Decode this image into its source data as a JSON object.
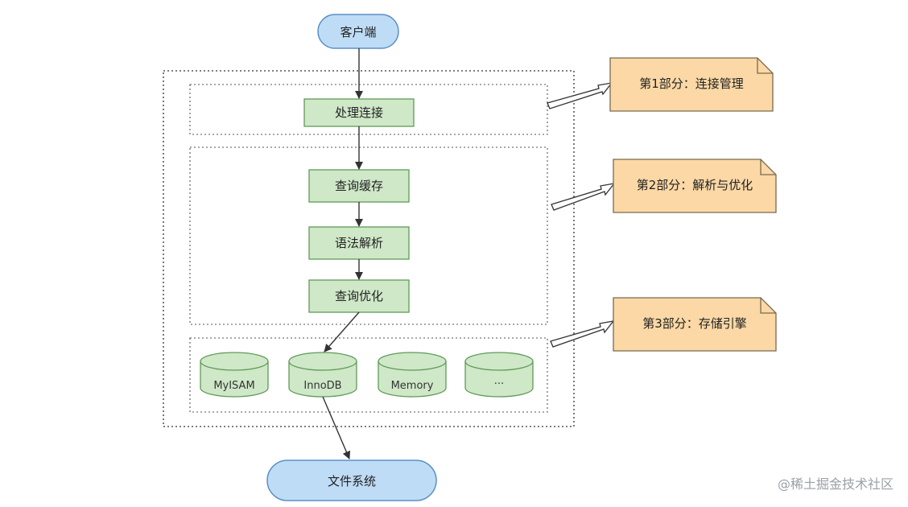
{
  "client": {
    "label": "客户端"
  },
  "filesystem": {
    "label": "文件系统"
  },
  "processes": {
    "connection": "处理连接",
    "query_cache": "查询缓存",
    "syntax_parse": "语法解析",
    "query_optimize": "查询优化"
  },
  "engines": [
    "MyISAM",
    "InnoDB",
    "Memory",
    "···"
  ],
  "notes": [
    "第1部分：连接管理",
    "第2部分：解析与优化",
    "第3部分：存储引擎"
  ],
  "watermark": "@稀土掘金技术社区",
  "colors": {
    "client_fill": "#bfdcf6",
    "client_stroke": "#5b8fc7",
    "process_fill": "#cfe8c8",
    "process_stroke": "#5f9a57",
    "note_fill": "#fbd8a5",
    "note_stroke": "#7a6a4f"
  }
}
